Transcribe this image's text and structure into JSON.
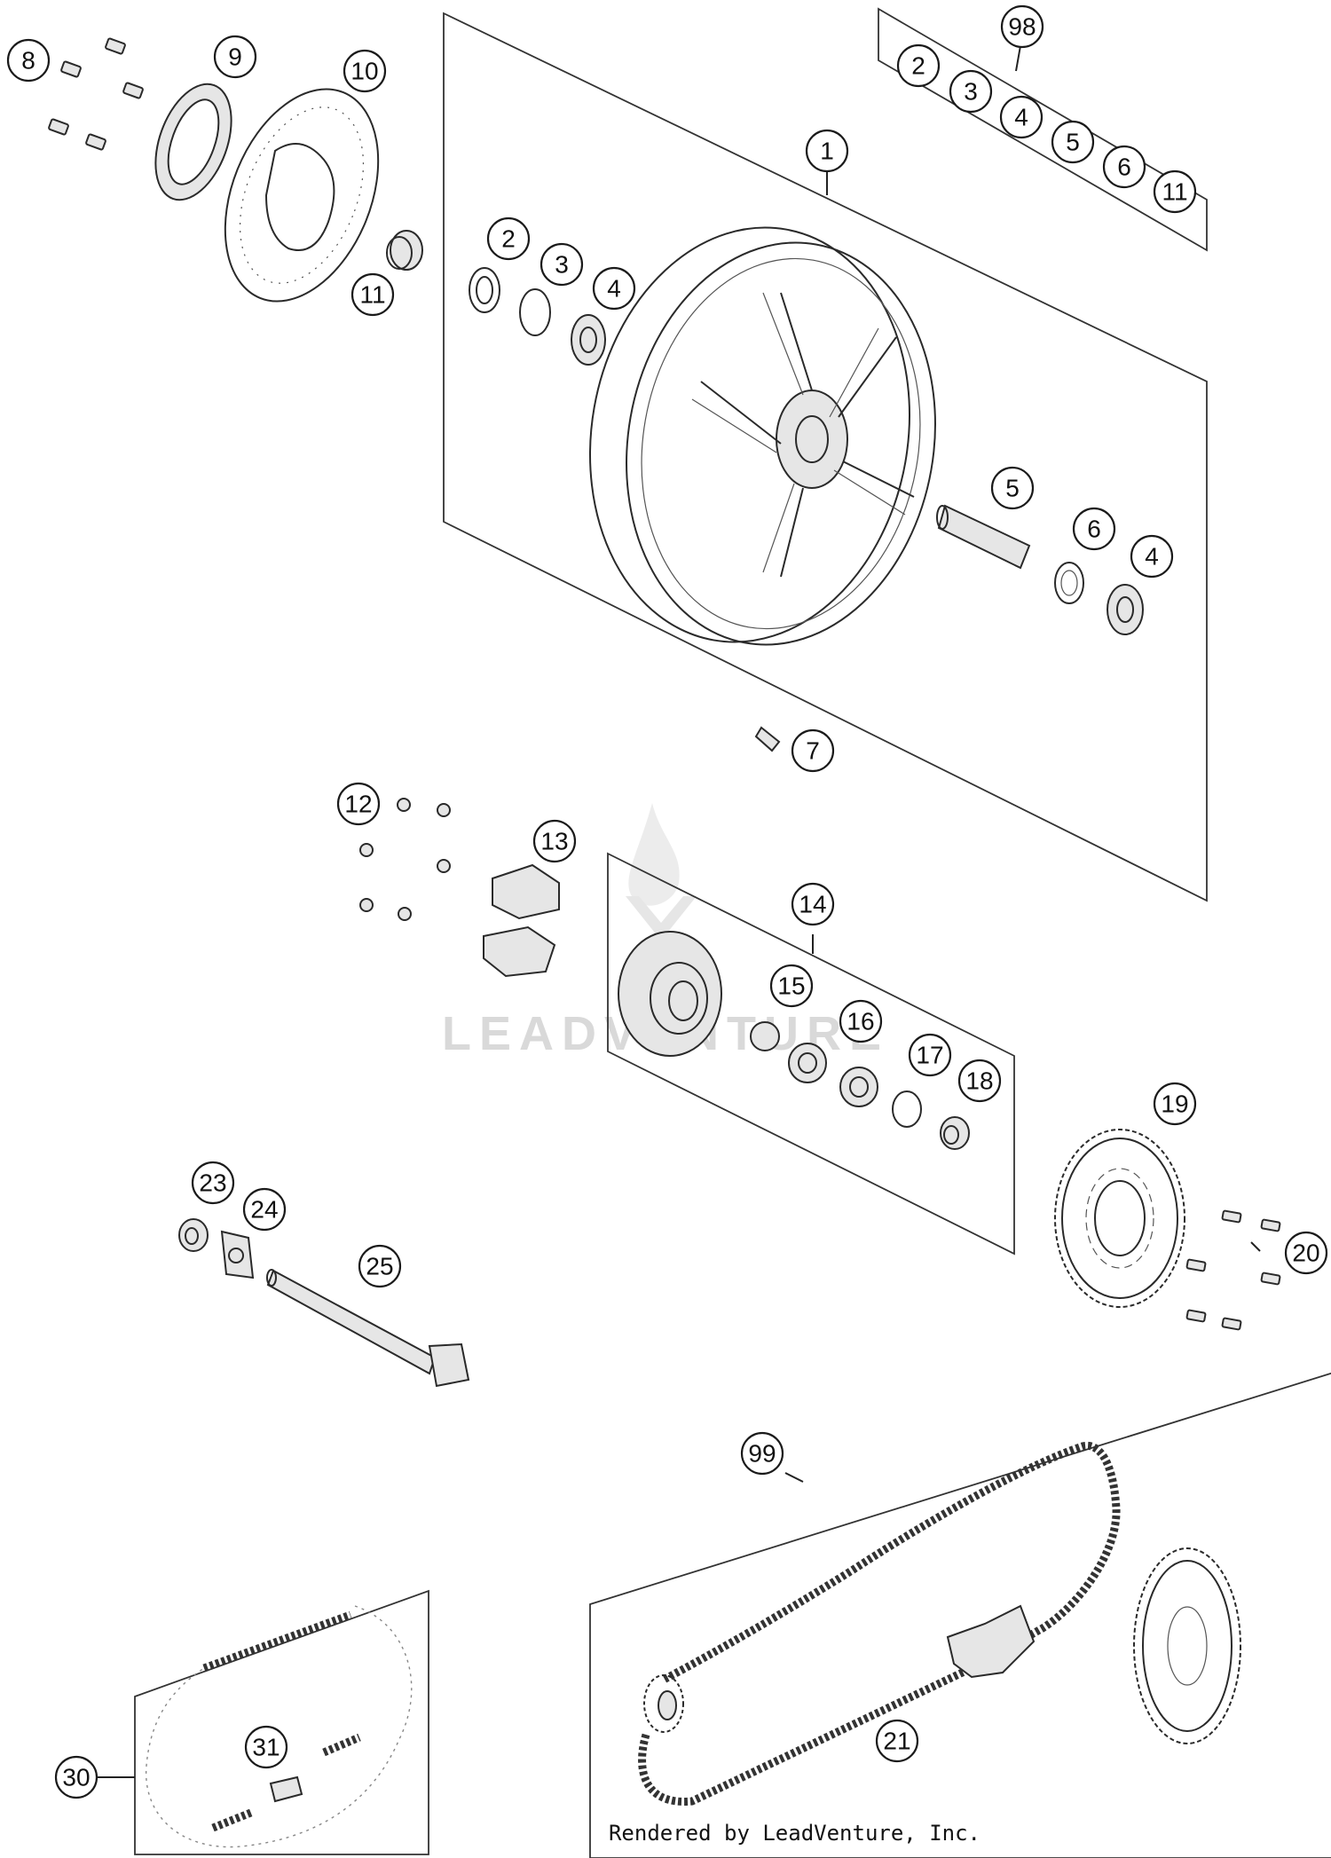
{
  "callouts": [
    {
      "id": "c-98",
      "label": "98"
    },
    {
      "id": "c-98-2",
      "label": "2"
    },
    {
      "id": "c-98-3",
      "label": "3"
    },
    {
      "id": "c-98-4",
      "label": "4"
    },
    {
      "id": "c-98-5",
      "label": "5"
    },
    {
      "id": "c-98-6",
      "label": "6"
    },
    {
      "id": "c-98-11",
      "label": "11"
    },
    {
      "id": "c-8",
      "label": "8"
    },
    {
      "id": "c-9",
      "label": "9"
    },
    {
      "id": "c-10",
      "label": "10"
    },
    {
      "id": "c-11",
      "label": "11"
    },
    {
      "id": "c-1",
      "label": "1"
    },
    {
      "id": "c-2",
      "label": "2"
    },
    {
      "id": "c-3",
      "label": "3"
    },
    {
      "id": "c-4a",
      "label": "4"
    },
    {
      "id": "c-5",
      "label": "5"
    },
    {
      "id": "c-6",
      "label": "6"
    },
    {
      "id": "c-4b",
      "label": "4"
    },
    {
      "id": "c-7",
      "label": "7"
    },
    {
      "id": "c-12",
      "label": "12"
    },
    {
      "id": "c-13",
      "label": "13"
    },
    {
      "id": "c-14",
      "label": "14"
    },
    {
      "id": "c-15",
      "label": "15"
    },
    {
      "id": "c-16",
      "label": "16"
    },
    {
      "id": "c-17",
      "label": "17"
    },
    {
      "id": "c-18",
      "label": "18"
    },
    {
      "id": "c-19",
      "label": "19"
    },
    {
      "id": "c-20",
      "label": "20"
    },
    {
      "id": "c-23",
      "label": "23"
    },
    {
      "id": "c-24",
      "label": "24"
    },
    {
      "id": "c-25",
      "label": "25"
    },
    {
      "id": "c-99",
      "label": "99"
    },
    {
      "id": "c-21",
      "label": "21"
    },
    {
      "id": "c-30",
      "label": "30"
    },
    {
      "id": "c-31",
      "label": "31"
    }
  ],
  "watermark": "LEADVENTURE",
  "credit": "Rendered by LeadVenture, Inc."
}
